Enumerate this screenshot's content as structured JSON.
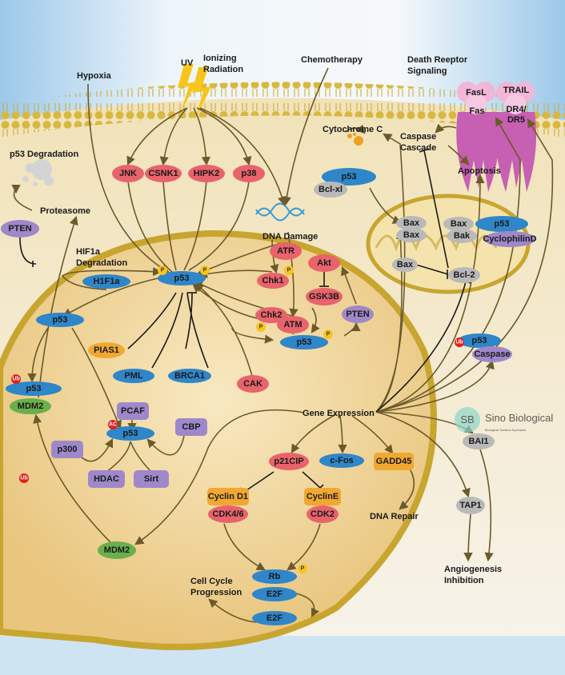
{
  "colors": {
    "kinase": "#e8636b",
    "p53": "#2f86c8",
    "regulator": "#9f88c9",
    "cyclin": "#f0a830",
    "mdm2": "#6ab04c",
    "mito": "#b9b9b9",
    "membrane": "#d8b840",
    "arrow": "#6b5a2a"
  },
  "stimuli": {
    "hypoxia": "Hypoxia",
    "uv": "UV",
    "ionizing": [
      "Ionizing",
      "Radiation"
    ],
    "chemo": "Chemotherapy",
    "death": [
      "Death Reeptor",
      "Signaling"
    ]
  },
  "labels": {
    "p53_degradation": "p53 Degradation",
    "proteasome": "Proteasome",
    "hif_degradation": [
      "HIF1a",
      "Degradation"
    ],
    "dna_damage": "DNA Damage",
    "cytochrome": "Cytochrome C",
    "caspase_cascade": [
      "Caspase",
      "Cascade"
    ],
    "apoptosis": "Apoptosis",
    "gene_expression": "Gene Expression",
    "dna_repair": "DNA Repair",
    "cell_cycle": [
      "Cell Cycle",
      "Progression"
    ],
    "angiogenesis": [
      "Angiogenesis",
      "Inhibition"
    ]
  },
  "receptors": {
    "fasl": "FasL",
    "fas": "Fas",
    "trail": "TRAIL",
    "dr": [
      "DR4/",
      "DR5"
    ]
  },
  "nodes": {
    "jnk": "JNK",
    "csnk1": "CSNK1",
    "hipk2": "HIPK2",
    "p38": "p38",
    "atr": "ATR",
    "chk1": "Chk1",
    "chk2": "Chk2",
    "atm": "ATM",
    "akt": "Akt",
    "gsk3b": "GSK3B",
    "cak": "CAK",
    "cdk46": "CDK4/6",
    "cdk2": "CDK2",
    "p21": "p21CIP",
    "p53": "p53",
    "h1f1a": "H1F1a",
    "pml": "PML",
    "brca1": "BRCA1",
    "cfos": "c-Fos",
    "rb": "Rb",
    "e2f": "E2F",
    "pten": "PTEN",
    "pcaf": "PCAF",
    "p300": "p300",
    "cbp": "CBP",
    "hdac": "HDAC",
    "sirt": "Sirt",
    "cyclophilin": "CyclophilinD",
    "caspase": "Caspase",
    "pias1": "PIAS1",
    "cyclind1": "Cyclin D1",
    "cycline": "CyclinE",
    "gadd45": "GADD45",
    "mdm2": "MDM2",
    "bclxl": "Bcl-xl",
    "bax": "Bax",
    "bak": "Bak",
    "bcl2": "Bcl-2",
    "bai1": "BAI1",
    "tap1": "TAP1"
  },
  "badges": {
    "p": "P",
    "ub": "Ub",
    "ac": "AC"
  },
  "logo": {
    "mark": "SB",
    "name": "Sino Biological",
    "tagline": "Biological Solution Specialist"
  }
}
